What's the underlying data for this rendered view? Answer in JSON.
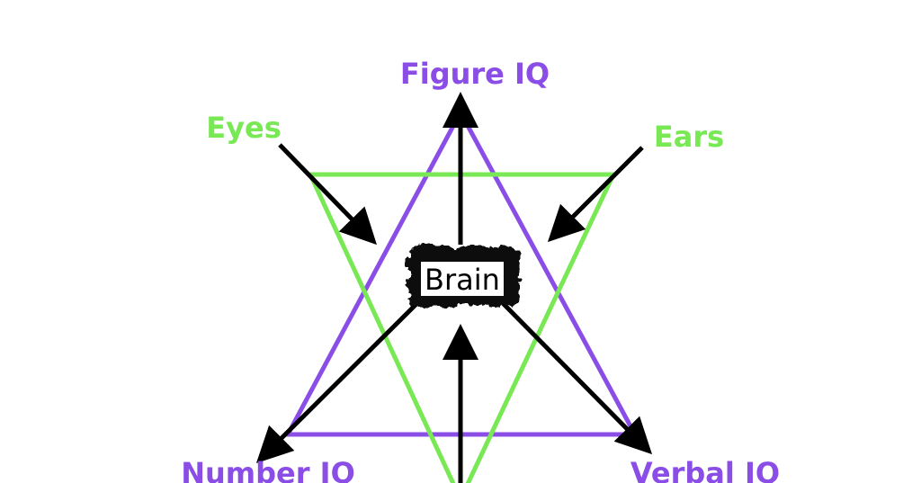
{
  "colors": {
    "purple": "#8a4de6",
    "green": "#78e854",
    "arrow": "#000000",
    "background": "#ffffff"
  },
  "center": {
    "label": "Brain"
  },
  "labels": {
    "figure_iq": "Figure IQ",
    "eyes": "Eyes",
    "ears": "Ears",
    "number_iq": "Number IQ",
    "verbal_iq": "Verbal IQ"
  }
}
